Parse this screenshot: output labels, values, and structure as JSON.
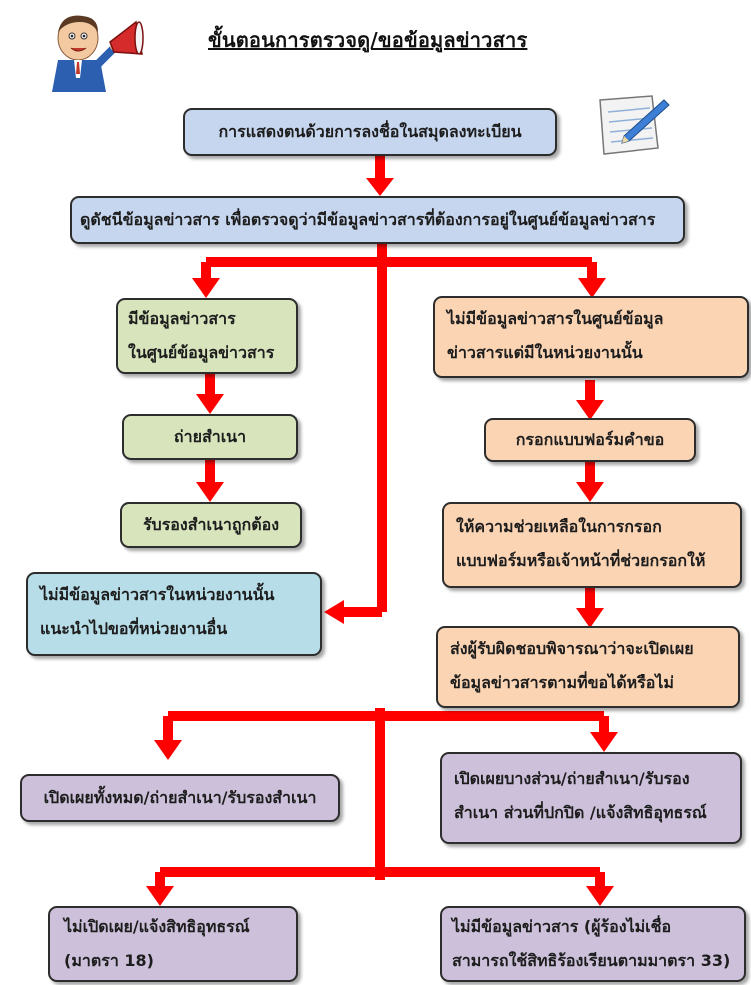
{
  "title": "ขั้นตอนการตรวจดู/ขอข้อมูลข่าวสาร",
  "icons": {
    "mascot": "megaphone-man-icon",
    "notepad": "notepad-pencil-icon"
  },
  "colors": {
    "arrow": "#ff0000",
    "blue": "#c6d6ee",
    "green": "#d7e4bc",
    "orange": "#fbd4b4",
    "teal": "#b7dde8",
    "purple": "#ccc0da",
    "border": "#2d2d2d"
  },
  "steps": {
    "register": "การแสดงตนด้วยการลงชื่อในสมุดลงทะเบียน",
    "check_index": "ดูดัชนีข้อมูลข่าวสาร เพื่อตรวจดูว่ามีข้อมูลข่าวสารที่ต้องการอยู่ในศูนย์ข้อมูลข่าวสาร",
    "has_info_1": "มีข้อมูลข่าวสาร",
    "has_info_2": "ในศูนย์ข้อมูลข่าวสาร",
    "copy": "ถ่ายสำเนา",
    "certify": "รับรองสำเนาถูกต้อง",
    "not_in_center_1": "ไม่มีข้อมูลข่าวสารในศูนย์ข้อมูล",
    "not_in_center_2": "ข่าวสารแต่มีในหน่วยงานนั้น",
    "fill_form": "กรอกแบบฟอร์มคำขอ",
    "help_fill_1": "ให้ความช่วยเหลือในการกรอก",
    "help_fill_2": "แบบฟอร์มหรือเจ้าหน้าที่ช่วยกรอกให้",
    "no_info_agency_1": "ไม่มีข้อมูลข่าวสารในหน่วยงานนั้น",
    "no_info_agency_2": "แนะนำไปขอที่หน่วยงานอื่น",
    "consider_1": "ส่งผู้รับผิดชอบพิจารณาว่าจะเปิดเผย",
    "consider_2": "ข้อมูลข่าวสารตามที่ขอได้หรือไม่",
    "disclose_all": "เปิดเผยทั้งหมด/ถ่ายสำเนา/รับรองสำเนา",
    "disclose_partial_1": "เปิดเผยบางส่วน/ถ่ายสำเนา/รับรอง",
    "disclose_partial_2": "สำเนา ส่วนที่ปกปิด /แจ้งสิทธิอุทธรณ์",
    "not_disclose_1": "ไม่เปิดเผย/แจ้งสิทธิอุทธรณ์",
    "not_disclose_2": "(มาตรา 18)",
    "no_info_1": "ไม่มีข้อมูลข่าวสาร  (ผู้ร้องไม่เชื่อ",
    "no_info_2": "สามารถใช้สิทธิร้องเรียนตามมาตรา 33)"
  }
}
